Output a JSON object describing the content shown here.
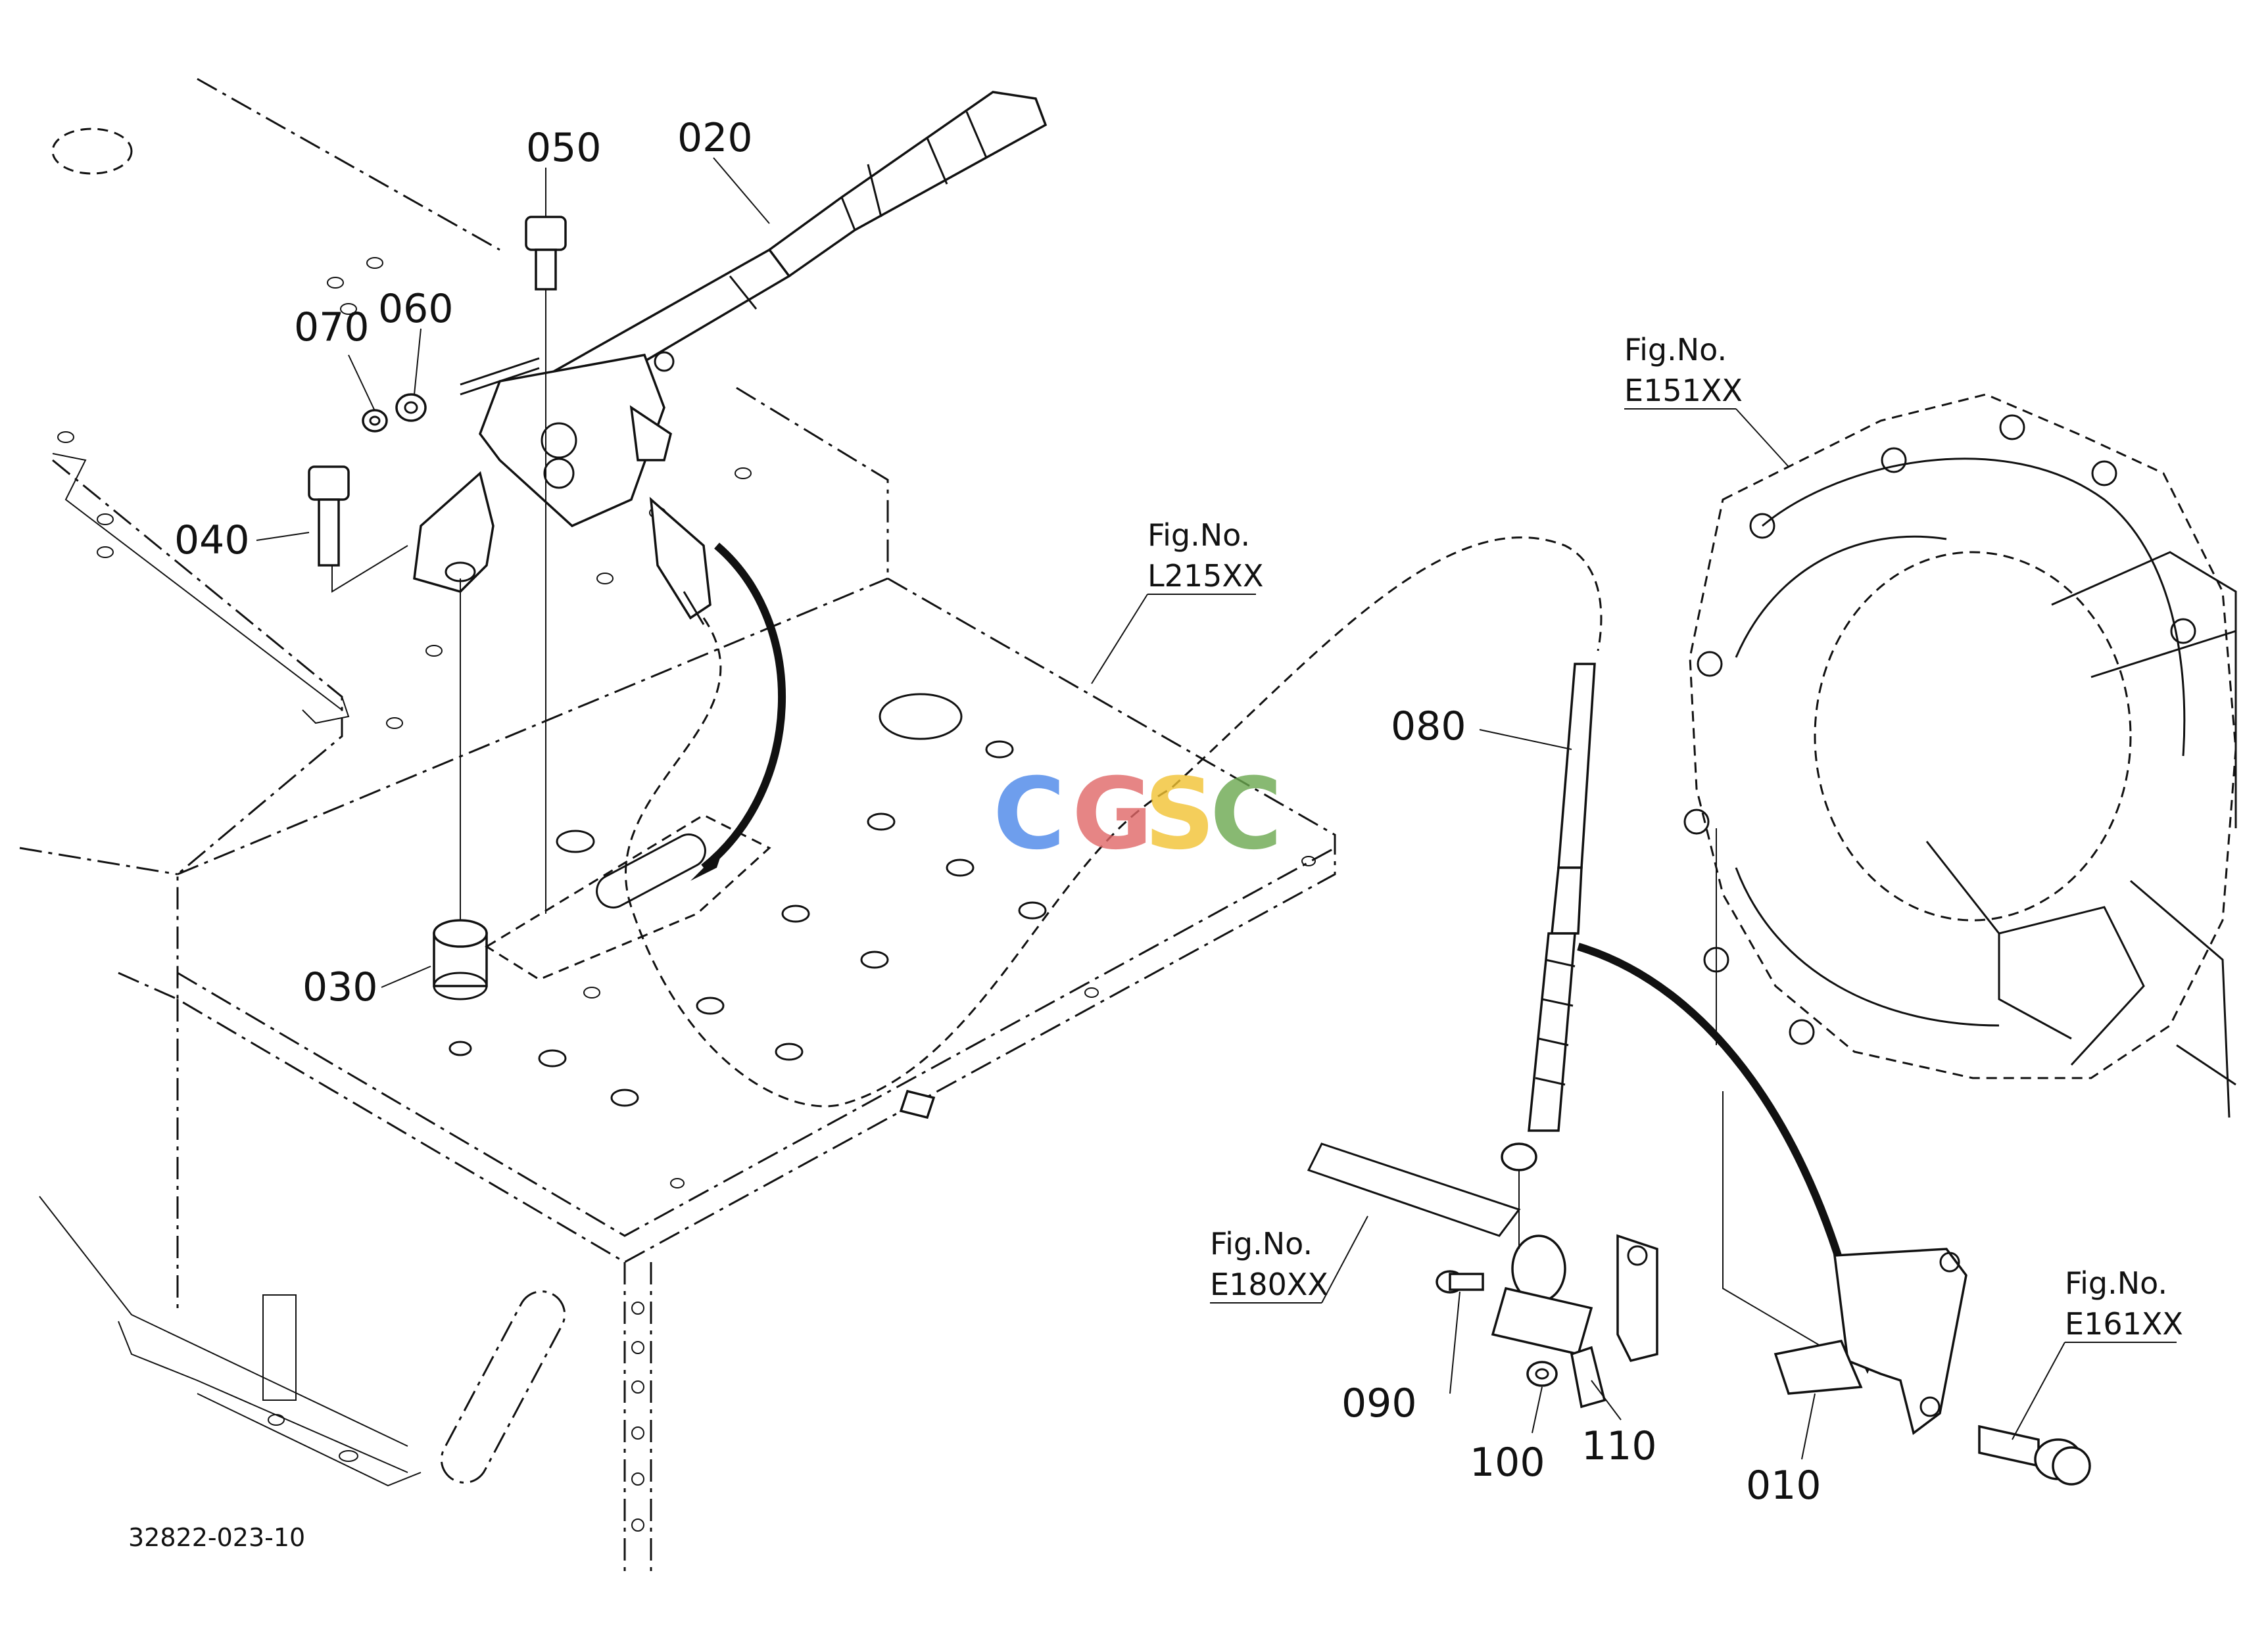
{
  "diagram": {
    "drawing_number": "32822-023-10",
    "watermark": {
      "letters": [
        "C",
        "G",
        "S",
        "C"
      ],
      "colors": [
        "#4a86e8",
        "#e06666",
        "#f1c232",
        "#6aa84f"
      ]
    },
    "part_labels": [
      {
        "id": "010",
        "text": "010"
      },
      {
        "id": "020",
        "text": "020"
      },
      {
        "id": "030",
        "text": "030"
      },
      {
        "id": "040",
        "text": "040"
      },
      {
        "id": "050",
        "text": "050"
      },
      {
        "id": "060",
        "text": "060"
      },
      {
        "id": "070",
        "text": "070"
      },
      {
        "id": "080",
        "text": "080"
      },
      {
        "id": "090",
        "text": "090"
      },
      {
        "id": "100",
        "text": "100"
      },
      {
        "id": "110",
        "text": "110"
      }
    ],
    "figure_refs": [
      {
        "caption": "Fig.No.",
        "ref": "L215XX"
      },
      {
        "caption": "Fig.No.",
        "ref": "E151XX"
      },
      {
        "caption": "Fig.No.",
        "ref": "E180XX"
      },
      {
        "caption": "Fig.No.",
        "ref": "E161XX"
      }
    ]
  }
}
